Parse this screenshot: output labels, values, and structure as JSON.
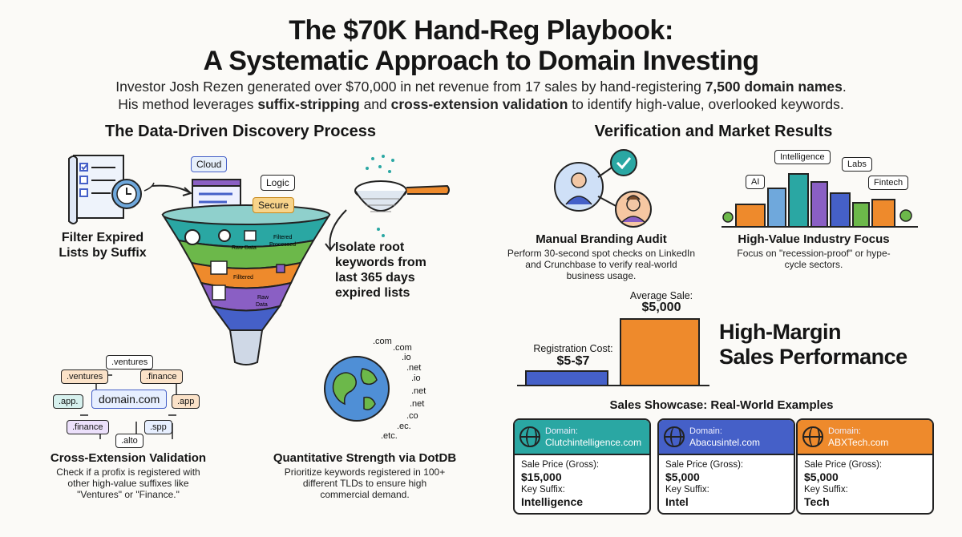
{
  "header": {
    "title_line1": "The $70K Hand-Reg Playbook:",
    "title_line2": "A Systematic Approach to Domain Investing",
    "sub1_a": "Investor Josh Rezen generated over $70,000 in net revenue from 17 sales by hand-registering ",
    "sub1_b": "7,500 domain names",
    "sub1_c": ".",
    "sub2_a": "His method leverages ",
    "sub2_b": "suffix-stripping",
    "sub2_c": " and ",
    "sub2_d": "cross-extension validation",
    "sub2_e": " to identify high-value, overlooked keywords."
  },
  "left": {
    "heading": "The Data-Driven Discovery Process",
    "filter_label": "Filter Expired\nLists by Suffix",
    "funnel_tags": {
      "cloud": "Cloud",
      "logic": "Logic",
      "secure": "Secure"
    },
    "funnel_labels": {
      "raw_data": "Raw Data",
      "filtered_processed": "Filtered\nProcessed",
      "filtered": "Filltered",
      "raw_data2": "Raw\nData"
    },
    "isolate_label": "Isolate root\nkeywords from\nlast 365 days\nexpired lists",
    "cross": {
      "center": "domain.com",
      "tags": [
        ".ventures",
        ".ventures",
        ".finance",
        ".app.",
        ".app",
        ".finance",
        ".spp",
        ".alto"
      ],
      "title": "Cross-Extension Validation",
      "desc": "Check if a profix is registered with\nother high-value suffixes like\n\"Ventures\" or \"Finance.\""
    },
    "quant": {
      "tlds": [
        ".com",
        ".com",
        ".io",
        ".net",
        ".io",
        ".net",
        ".net",
        ".co",
        ".ec.",
        ".etc."
      ],
      "title": "Quantitative Strength via DotDB",
      "desc": "Prioritize keywords registered in 100+\ndifferent TLDs to ensure high\ncommercial demand."
    }
  },
  "right": {
    "heading": "Verification and Market Results",
    "audit": {
      "title": "Manual Branding Audit",
      "desc": "Perform 30-second spot checks on LinkedIn\nand Crunchbase to verify real-world\nbusiness usage."
    },
    "industry": {
      "tags": [
        "Intelligence",
        "Labs",
        "AI",
        "Fintech"
      ],
      "title": "High-Value Industry Focus",
      "desc": "Focus on \"recession-proof\" or hype-\ncycle sectors."
    },
    "margin": {
      "reg_label": "Registration Cost:",
      "reg_value": "$5-$7",
      "avg_label": "Average Sale:",
      "avg_value": "$5,000",
      "title": "High-Margin\nSales Performance"
    },
    "showcase": {
      "heading": "Sales Showcase: Real-World Examples",
      "cards": [
        {
          "domain_label": "Domain:",
          "domain": "Clutchintelligence.com",
          "price_label": "Sale Price (Gross):",
          "price": "$15,000",
          "suffix_label": "Key Suffix:",
          "suffix": "Intelligence",
          "color": "#2aa7a3"
        },
        {
          "domain_label": "Domain:",
          "domain": "Abacusintel.com",
          "price_label": "Sale Price (Gross):",
          "price": "$5,000",
          "suffix_label": "Key Suffix:",
          "suffix": "Intel",
          "color": "#4560c8"
        },
        {
          "domain_label": "Domain:",
          "domain": "ABXTech.com",
          "price_label": "Sale Price (Gross):",
          "price": "$5,000",
          "suffix_label": "Key Suffix:",
          "suffix": "Tech",
          "color": "#ee8a2c"
        }
      ]
    }
  },
  "colors": {
    "blue": "#4560c8",
    "orange": "#ee8a2c",
    "teal": "#2aa7a3",
    "purple": "#8a5fc4",
    "green": "#6cb84a"
  }
}
